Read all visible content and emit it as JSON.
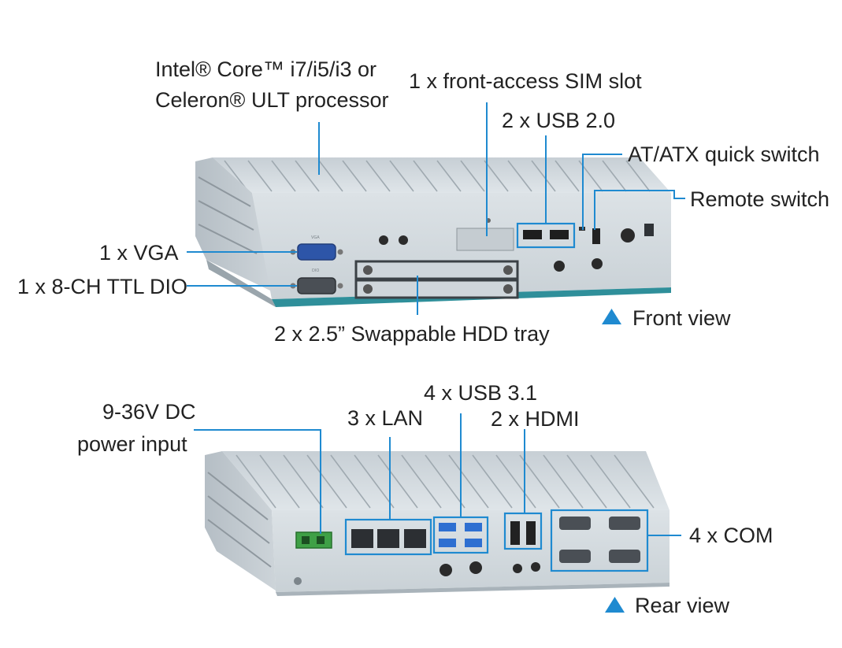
{
  "labels": {
    "processor_line1": "Intel® Core™ i7/i5/i3 or",
    "processor_line2": "Celeron® ULT  processor",
    "sim": "1 x front-access SIM slot",
    "usb2": "2 x USB 2.0",
    "atx": "AT/ATX quick switch",
    "remote": "Remote switch",
    "vga": "1 x VGA",
    "dio": "1 x 8-CH TTL DIO",
    "hdd": "2 x 2.5” Swappable HDD tray",
    "front_view": "Front view",
    "power_line1": "9-36V DC",
    "power_line2": "power input",
    "lan": "3 x LAN",
    "usb3": "4 x USB 3.1",
    "hdmi": "2 x HDMI",
    "com": "4 x COM",
    "rear_view": "Rear view"
  },
  "colors": {
    "leader": "#1f8ad0",
    "chassis": "#d3dadf",
    "chassis_dark": "#a9b3ba",
    "base_stripe": "#2f8f9a",
    "vga_port": "#2d55a8",
    "power_connector": "#3fa046",
    "usb3_port": "#2e6fd1"
  },
  "icons": {
    "view_marker": "triangle-up-icon"
  }
}
